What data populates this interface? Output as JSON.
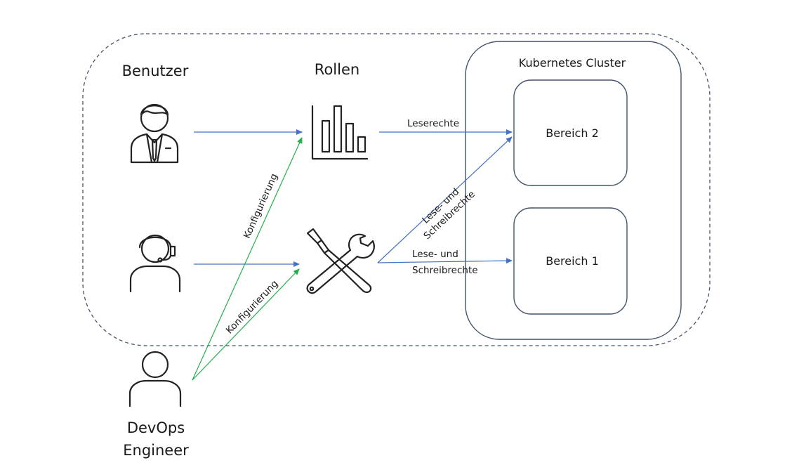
{
  "labels": {
    "users": "Benutzer",
    "roles": "Rollen",
    "cluster": "Kubernetes Cluster",
    "area2": "Bereich 2",
    "area1": "Bereich 1",
    "devops_line1": "DevOps",
    "devops_line2": "Engineer"
  },
  "edges": {
    "read": "Leserechte",
    "rw_diag_line1": "Lese- und",
    "rw_diag_line2": "Schreibrechte",
    "rw_straight_line1": "Lese- und",
    "rw_straight_line2": "Schreibrechte",
    "config_upper": "Konfigurierung",
    "config_lower": "Konfigurierung"
  },
  "colors": {
    "blue_arrow": "#4472c4",
    "green_arrow": "#22b04b",
    "dashed_border": "#44546a",
    "box_border": "#44546a"
  },
  "icons": {
    "businessman": "businessman-icon",
    "support": "headset-user-icon",
    "devops": "person-icon",
    "roles_read": "bar-chart-icon",
    "roles_rw": "tools-icon"
  }
}
